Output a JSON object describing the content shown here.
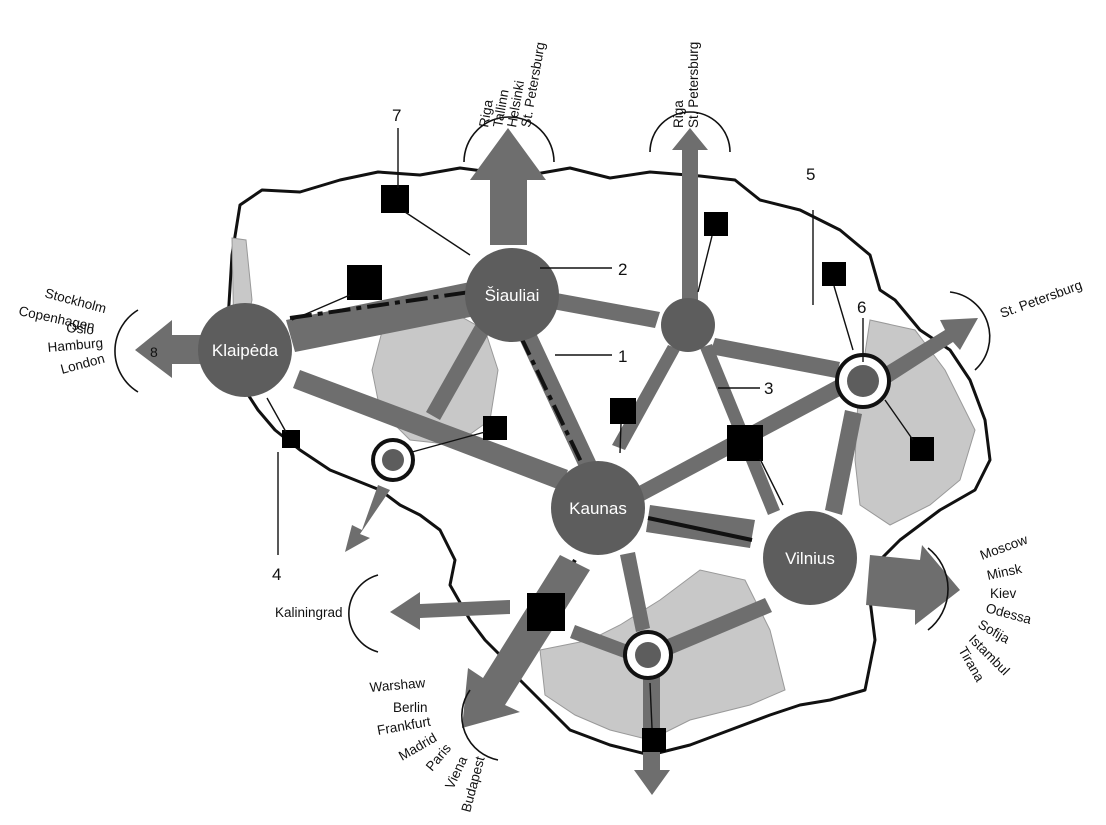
{
  "cities": {
    "siauliai": "Šiauliai",
    "klaipeda": "Klaipėda",
    "kaunas": "Kaunas",
    "vilnius": "Vilnius"
  },
  "numbers": [
    "1",
    "2",
    "3",
    "4",
    "5",
    "6",
    "7",
    "8"
  ],
  "destinations": {
    "north_west": [
      "Riga",
      "Tallinn",
      "Helsinki",
      "St. Petersburg"
    ],
    "north": [
      "Riga",
      "St. Petersburg"
    ],
    "north_east": [
      "St. Petersburg"
    ],
    "west": [
      "Stockholm",
      "Copenhagen",
      "Oslo",
      "Hamburg",
      "London"
    ],
    "south_west_short": [
      "Kaliningrad"
    ],
    "south_west": [
      "Warshaw",
      "Berlin",
      "Frankfurt",
      "Madrid",
      "Paris",
      "Viena",
      "Budapest"
    ],
    "east": [
      "Moscow",
      "Minsk",
      "Kiev",
      "Odessa",
      "Sofija",
      "Istambul",
      "Tirana"
    ]
  },
  "colors": {
    "corridor": "#6e6e6e",
    "city": "#5d5d5d",
    "light_zone": "#c8c8c8",
    "outline": "#111111"
  }
}
